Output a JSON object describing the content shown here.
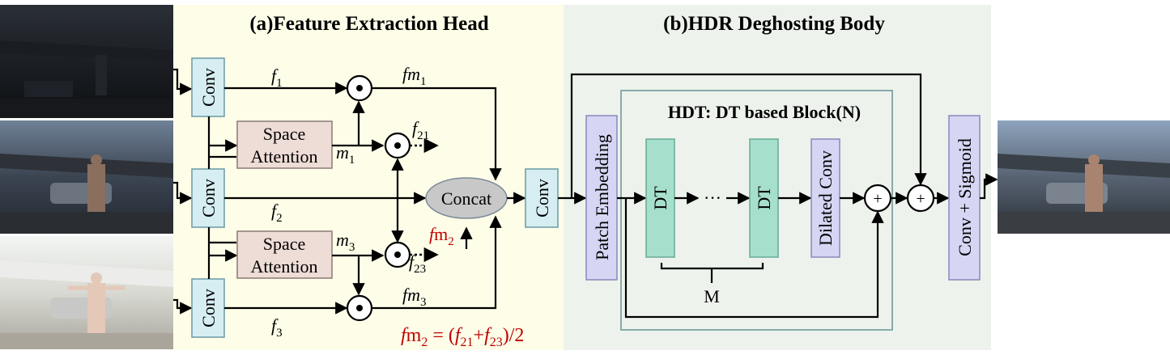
{
  "titles": {
    "head": "(a)Feature Extraction Head",
    "body": "(b)HDR Deghosting Body"
  },
  "blocks": {
    "conv": "Conv",
    "space_attention_line1": "Space",
    "space_attention_line2": "Attention",
    "concat": "Concat",
    "patch_embedding": "Patch Embedding",
    "dt": "DT",
    "ellipsis": "···",
    "dilated_conv": "Dilated Conv",
    "conv_sigmoid": "Conv + Sigmoid",
    "hdt_title": "HDT: DT based Block(N)",
    "m_label": "M",
    "plus": "+",
    "dot": "⊙"
  },
  "signals": {
    "f1": "f",
    "f1_sub": "1",
    "f2": "f",
    "f2_sub": "2",
    "f3": "f",
    "f3_sub": "3",
    "fm1": "fm",
    "fm1_sub": "1",
    "fm3": "fm",
    "fm3_sub": "3",
    "f21": "f",
    "f21_sub": "21",
    "f23": "f",
    "f23_sub": "23",
    "m1": "m",
    "m1_sub": "1",
    "m3": "m",
    "m3_sub": "3",
    "fm2_f": "f",
    "fm2_m": "m",
    "fm2_sub": "2"
  },
  "formula": {
    "lhs_f": "f",
    "lhs_m": "m",
    "lhs_sub": "2",
    "eq": " = (",
    "f_a": "f",
    "f_a_sub": "21",
    "plus": "+",
    "f_b": "f",
    "f_b_sub": "23",
    "tail": ")/2"
  },
  "colors": {
    "head_bg": "#fdfde8",
    "body_bg": "#edf3ec",
    "conv_fill": "#d6eef2",
    "conv_stroke": "#6a9aa6",
    "attn_fill": "#eedcd6",
    "attn_stroke": "#8a7a76",
    "concat_fill": "#c8c8c8",
    "concat_stroke": "#7a8a99",
    "purple_fill": "#d6d6f4",
    "purple_stroke": "#8888bb",
    "dt_fill": "#a6e0cc",
    "dt_stroke": "#66aa96",
    "hdt_stroke": "#88aaaa",
    "formula_red": "#c00000"
  }
}
